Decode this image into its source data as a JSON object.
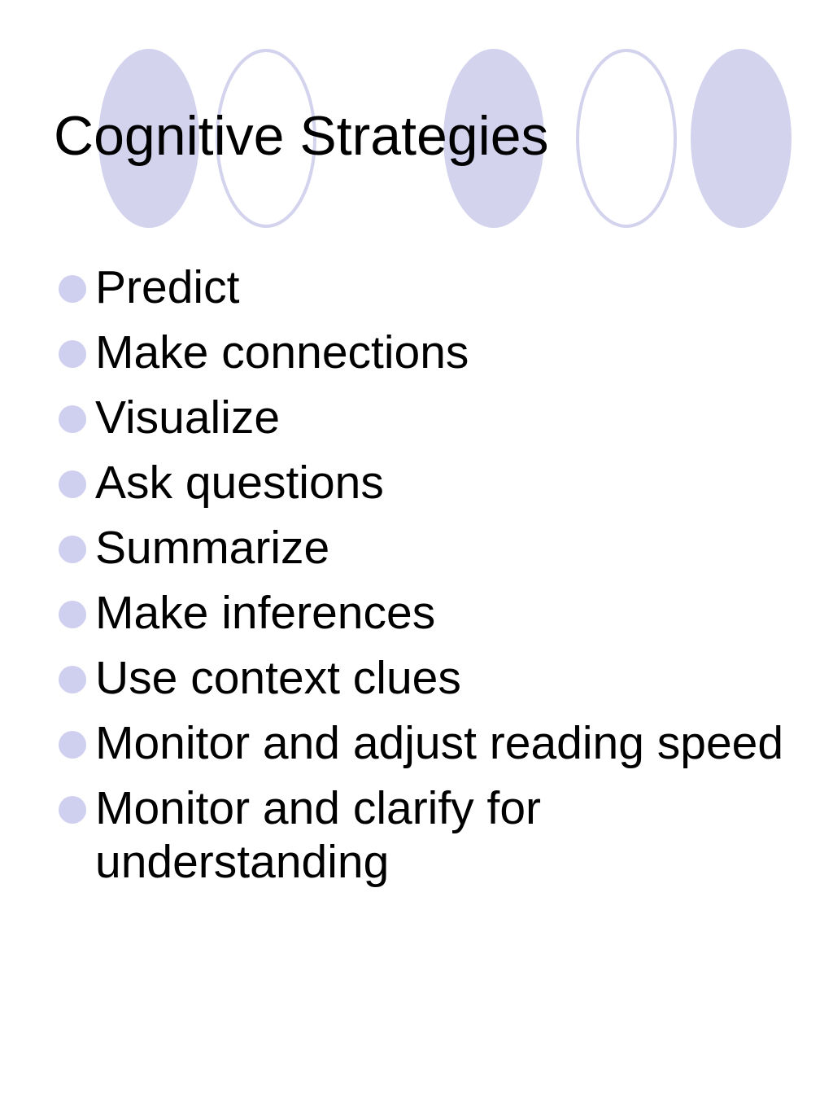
{
  "slide": {
    "title": "Cognitive Strategies",
    "bullets": [
      "Predict",
      "Make connections",
      "Visualize",
      "Ask questions",
      "Summarize",
      "Make inferences",
      "Use context clues",
      "Monitor and adjust reading speed",
      "Monitor and clarify for understanding"
    ]
  },
  "colors": {
    "oval_fill": "#d3d3ee",
    "oval_outline": "#d3d3ee",
    "bullet": "#cfcfef",
    "text": "#000000",
    "background": "#ffffff"
  }
}
